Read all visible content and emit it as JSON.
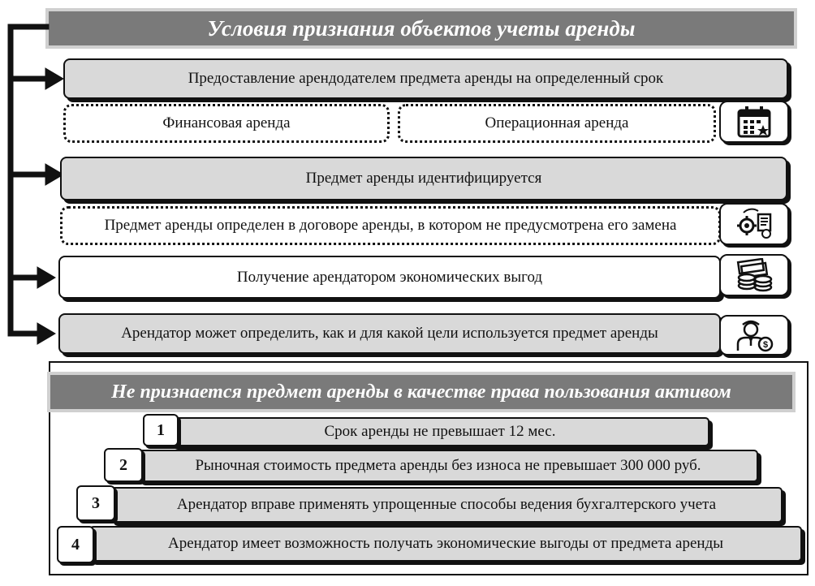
{
  "top_title": "Условия признания объектов учеты аренды",
  "conditions": {
    "c1": "Предоставление арендодателем предмета аренды на определенный срок",
    "c1_financial": "Финансовая аренда",
    "c1_operational": "Операционная аренда",
    "c2": "Предмет аренды идентифицируется",
    "c2_detail": "Предмет аренды определен в договоре аренды, в котором не предусмотрена его замена",
    "c3": "Получение арендатором экономических выгод",
    "c4": "Арендатор может определить, как и для какой цели используется предмет аренды"
  },
  "icons": {
    "c1": "calendar-icon",
    "c2": "gear-document-icon",
    "c3": "money-coins-icon",
    "c4": "businessman-money-icon"
  },
  "bottom_title": "Не признается предмет аренды в качестве права пользования активом",
  "exceptions": [
    {
      "num": "1",
      "text": "Срок аренды не превышает 12 мес."
    },
    {
      "num": "2",
      "text": "Рыночная стоимость предмета аренды без износа не превышает 300 000 руб."
    },
    {
      "num": "3",
      "text": "Арендатор вправе применять упрощенные способы ведения бухгалтерского учета"
    },
    {
      "num": "4",
      "text": "Арендатор имеет возможность получать экономические выгоды от предмета аренды"
    }
  ]
}
